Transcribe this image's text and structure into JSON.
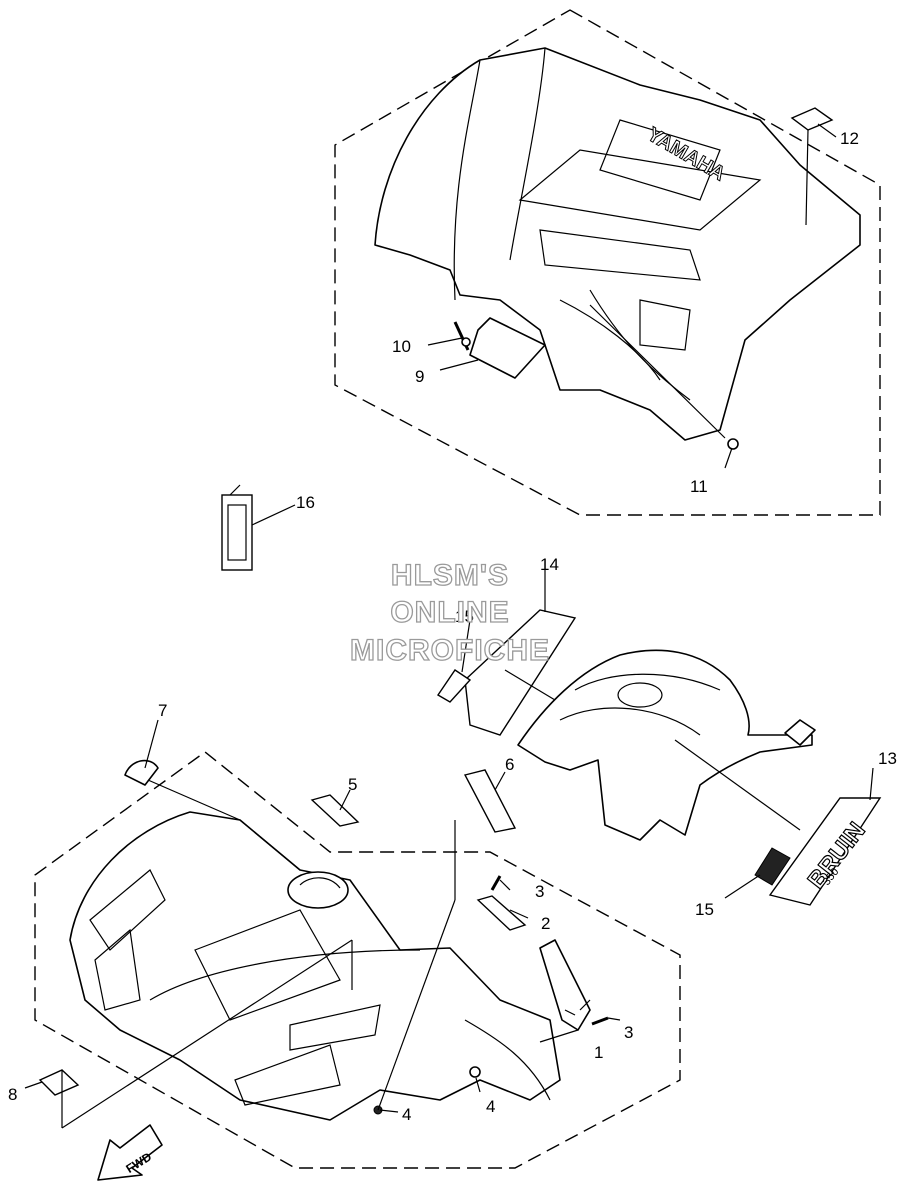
{
  "watermark": {
    "line1": "HLSM'S",
    "line2": "ONLINE",
    "line3": "MICROFICHE"
  },
  "callouts": {
    "c1": "1",
    "c2": "2",
    "c3a": "3",
    "c3b": "3",
    "c4a": "4",
    "c4b": "4",
    "c5": "5",
    "c6": "6",
    "c7": "7",
    "c8": "8",
    "c9": "9",
    "c10": "10",
    "c11": "11",
    "c12": "12",
    "c13": "13",
    "c14": "14",
    "c15a": "15",
    "c15b": "15",
    "c16": "16"
  },
  "decals": {
    "rear_brand": "YAMAHA",
    "side_model": "BRUIN",
    "side_sub": "350"
  },
  "fwd_arrow": "FWD",
  "icons": [
    "fwd-arrow-icon"
  ]
}
